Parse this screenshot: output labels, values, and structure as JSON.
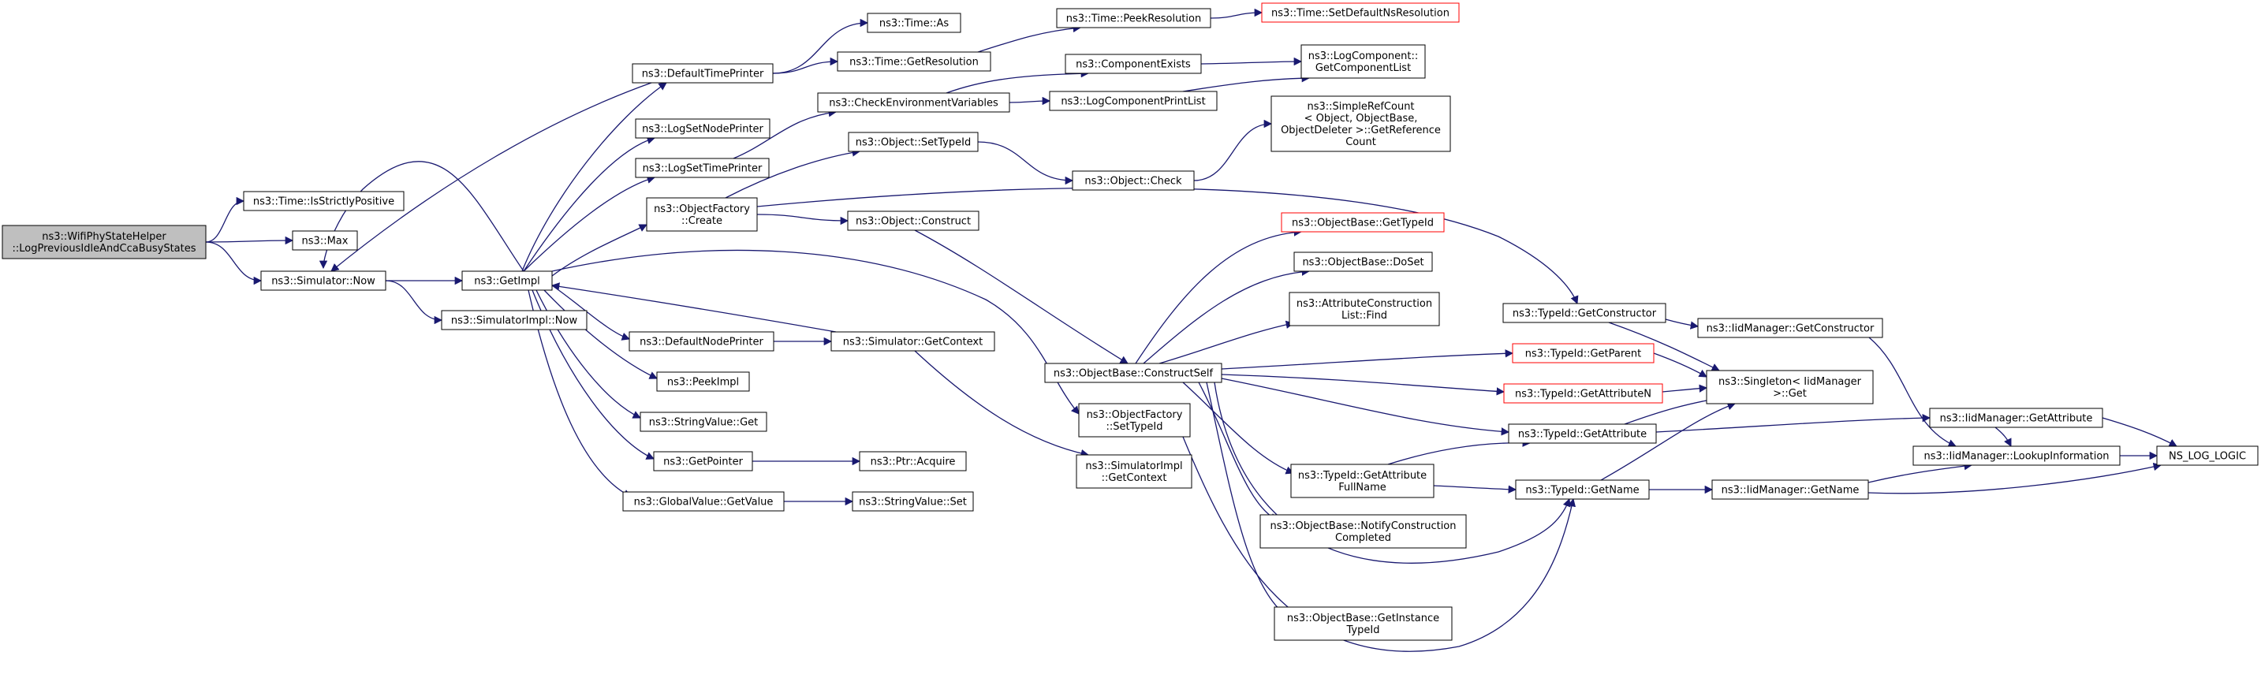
{
  "nodes": [
    {
      "id": "root",
      "lines": [
        "ns3::WifiPhyStateHelper",
        "::LogPreviousIdleAndCcaBusyStates"
      ],
      "style": "root"
    },
    {
      "id": "isStrictlyPositive",
      "lines": [
        "ns3::Time::IsStrictlyPositive"
      ]
    },
    {
      "id": "max",
      "lines": [
        "ns3::Max"
      ]
    },
    {
      "id": "simNow",
      "lines": [
        "ns3::Simulator::Now"
      ]
    },
    {
      "id": "getImpl",
      "lines": [
        "ns3::GetImpl"
      ]
    },
    {
      "id": "simImplNow",
      "lines": [
        "ns3::SimulatorImpl::Now"
      ]
    },
    {
      "id": "defaultTimePrinter",
      "lines": [
        "ns3::DefaultTimePrinter"
      ]
    },
    {
      "id": "logSetNodePrinter",
      "lines": [
        "ns3::LogSetNodePrinter"
      ]
    },
    {
      "id": "logSetTimePrinter",
      "lines": [
        "ns3::LogSetTimePrinter"
      ]
    },
    {
      "id": "objFactoryCreate",
      "lines": [
        "ns3::ObjectFactory",
        "::Create"
      ]
    },
    {
      "id": "defaultNodePrinter",
      "lines": [
        "ns3::DefaultNodePrinter"
      ]
    },
    {
      "id": "peekImpl",
      "lines": [
        "ns3::PeekImpl"
      ]
    },
    {
      "id": "stringValueGet",
      "lines": [
        "ns3::StringValue::Get"
      ]
    },
    {
      "id": "getPointer",
      "lines": [
        "ns3::GetPointer"
      ]
    },
    {
      "id": "globalValueGetValue",
      "lines": [
        "ns3::GlobalValue::GetValue"
      ]
    },
    {
      "id": "timeAs",
      "lines": [
        "ns3::Time::As"
      ]
    },
    {
      "id": "timeGetResolution",
      "lines": [
        "ns3::Time::GetResolution"
      ]
    },
    {
      "id": "checkEnvVars",
      "lines": [
        "ns3::CheckEnvironmentVariables"
      ]
    },
    {
      "id": "objSetTypeId",
      "lines": [
        "ns3::Object::SetTypeId"
      ]
    },
    {
      "id": "objConstruct",
      "lines": [
        "ns3::Object::Construct"
      ]
    },
    {
      "id": "simGetContext",
      "lines": [
        "ns3::Simulator::GetContext"
      ]
    },
    {
      "id": "ptrAcquire",
      "lines": [
        "ns3::Ptr::Acquire"
      ]
    },
    {
      "id": "stringValueSet",
      "lines": [
        "ns3::StringValue::Set"
      ]
    },
    {
      "id": "peekResolution",
      "lines": [
        "ns3::Time::PeekResolution"
      ]
    },
    {
      "id": "componentExists",
      "lines": [
        "ns3::ComponentExists"
      ]
    },
    {
      "id": "logCompPrintList",
      "lines": [
        "ns3::LogComponentPrintList"
      ]
    },
    {
      "id": "objectCheck",
      "lines": [
        "ns3::Object::Check"
      ]
    },
    {
      "id": "objBaseConstructSelf",
      "lines": [
        "ns3::ObjectBase::ConstructSelf"
      ]
    },
    {
      "id": "objFactorySetTypeId",
      "lines": [
        "ns3::ObjectFactory",
        "::SetTypeId"
      ]
    },
    {
      "id": "simImplGetContext",
      "lines": [
        "ns3::SimulatorImpl",
        "::GetContext"
      ]
    },
    {
      "id": "setDefaultNsRes",
      "lines": [
        "ns3::Time::SetDefaultNsResolution"
      ],
      "style": "red"
    },
    {
      "id": "getComponentList",
      "lines": [
        "ns3::LogComponent::",
        "GetComponentList"
      ]
    },
    {
      "id": "simpleRefCount",
      "lines": [
        "ns3::SimpleRefCount",
        "< Object, ObjectBase,",
        " ObjectDeleter >::GetReference",
        "Count"
      ]
    },
    {
      "id": "objBaseGetTypeId",
      "lines": [
        "ns3::ObjectBase::GetTypeId"
      ],
      "style": "red"
    },
    {
      "id": "objBaseDoSet",
      "lines": [
        "ns3::ObjectBase::DoSet"
      ]
    },
    {
      "id": "attrConstrListFind",
      "lines": [
        "ns3::AttributeConstruction",
        "List::Find"
      ]
    },
    {
      "id": "typeIdGetAttrFullName",
      "lines": [
        "ns3::TypeId::GetAttribute",
        "FullName"
      ]
    },
    {
      "id": "objBaseNotifyConstr",
      "lines": [
        "ns3::ObjectBase::NotifyConstruction",
        "Completed"
      ]
    },
    {
      "id": "objBaseGetInstanceTypeId",
      "lines": [
        "ns3::ObjectBase::GetInstance",
        "TypeId"
      ]
    },
    {
      "id": "typeIdGetConstructor",
      "lines": [
        "ns3::TypeId::GetConstructor"
      ]
    },
    {
      "id": "typeIdGetParent",
      "lines": [
        "ns3::TypeId::GetParent"
      ],
      "style": "red"
    },
    {
      "id": "typeIdGetAttributeN",
      "lines": [
        "ns3::TypeId::GetAttributeN"
      ],
      "style": "red"
    },
    {
      "id": "typeIdGetAttribute",
      "lines": [
        "ns3::TypeId::GetAttribute"
      ]
    },
    {
      "id": "typeIdGetName",
      "lines": [
        "ns3::TypeId::GetName"
      ]
    },
    {
      "id": "iidMgrGetConstructor",
      "lines": [
        "ns3::IidManager::GetConstructor"
      ]
    },
    {
      "id": "singletonGet",
      "lines": [
        "ns3::Singleton< IidManager",
        " >::Get"
      ]
    },
    {
      "id": "iidMgrGetName",
      "lines": [
        "ns3::IidManager::GetName"
      ]
    },
    {
      "id": "iidMgrGetAttribute",
      "lines": [
        "ns3::IidManager::GetAttribute"
      ]
    },
    {
      "id": "iidMgrLookupInfo",
      "lines": [
        "ns3::IidManager::LookupInformation"
      ]
    },
    {
      "id": "nsLogLogic",
      "lines": [
        "NS_LOG_LOGIC"
      ]
    }
  ],
  "edges": [
    [
      "root",
      "isStrictlyPositive"
    ],
    [
      "root",
      "max"
    ],
    [
      "root",
      "simNow"
    ],
    [
      "simNow",
      "getImpl"
    ],
    [
      "simNow",
      "simImplNow"
    ],
    [
      "getImpl",
      "simNow"
    ],
    [
      "getImpl",
      "defaultTimePrinter"
    ],
    [
      "getImpl",
      "logSetNodePrinter"
    ],
    [
      "getImpl",
      "logSetTimePrinter"
    ],
    [
      "getImpl",
      "objFactoryCreate"
    ],
    [
      "getImpl",
      "defaultNodePrinter"
    ],
    [
      "getImpl",
      "peekImpl"
    ],
    [
      "getImpl",
      "stringValueGet"
    ],
    [
      "getImpl",
      "getPointer"
    ],
    [
      "getImpl",
      "globalValueGetValue"
    ],
    [
      "getImpl",
      "objFactorySetTypeId"
    ],
    [
      "defaultTimePrinter",
      "simNow"
    ],
    [
      "defaultTimePrinter",
      "timeAs"
    ],
    [
      "defaultTimePrinter",
      "timeGetResolution"
    ],
    [
      "logSetTimePrinter",
      "checkEnvVars"
    ],
    [
      "objFactoryCreate",
      "objSetTypeId"
    ],
    [
      "objFactoryCreate",
      "objConstruct"
    ],
    [
      "objFactoryCreate",
      "typeIdGetConstructor"
    ],
    [
      "defaultNodePrinter",
      "simGetContext"
    ],
    [
      "simGetContext",
      "getImpl"
    ],
    [
      "simGetContext",
      "simImplGetContext"
    ],
    [
      "getPointer",
      "ptrAcquire"
    ],
    [
      "globalValueGetValue",
      "stringValueSet"
    ],
    [
      "timeGetResolution",
      "peekResolution"
    ],
    [
      "peekResolution",
      "setDefaultNsRes"
    ],
    [
      "checkEnvVars",
      "componentExists"
    ],
    [
      "checkEnvVars",
      "logCompPrintList"
    ],
    [
      "componentExists",
      "getComponentList"
    ],
    [
      "logCompPrintList",
      "getComponentList"
    ],
    [
      "objSetTypeId",
      "objectCheck"
    ],
    [
      "objectCheck",
      "simpleRefCount"
    ],
    [
      "objConstruct",
      "objBaseConstructSelf"
    ],
    [
      "objBaseConstructSelf",
      "objBaseGetTypeId"
    ],
    [
      "objBaseConstructSelf",
      "objBaseDoSet"
    ],
    [
      "objBaseConstructSelf",
      "attrConstrListFind"
    ],
    [
      "objBaseConstructSelf",
      "typeIdGetAttrFullName"
    ],
    [
      "objBaseConstructSelf",
      "objBaseNotifyConstr"
    ],
    [
      "objBaseConstructSelf",
      "objBaseGetInstanceTypeId"
    ],
    [
      "objBaseConstructSelf",
      "typeIdGetParent"
    ],
    [
      "objBaseConstructSelf",
      "typeIdGetAttributeN"
    ],
    [
      "objBaseConstructSelf",
      "typeIdGetAttribute"
    ],
    [
      "objBaseConstructSelf",
      "typeIdGetName"
    ],
    [
      "objFactorySetTypeId",
      "typeIdGetName"
    ],
    [
      "typeIdGetAttrFullName",
      "typeIdGetAttribute"
    ],
    [
      "typeIdGetAttrFullName",
      "typeIdGetName"
    ],
    [
      "typeIdGetConstructor",
      "iidMgrGetConstructor"
    ],
    [
      "typeIdGetConstructor",
      "singletonGet"
    ],
    [
      "typeIdGetParent",
      "singletonGet"
    ],
    [
      "typeIdGetAttributeN",
      "singletonGet"
    ],
    [
      "typeIdGetAttribute",
      "singletonGet"
    ],
    [
      "typeIdGetAttribute",
      "iidMgrGetAttribute"
    ],
    [
      "typeIdGetName",
      "singletonGet"
    ],
    [
      "typeIdGetName",
      "iidMgrGetName"
    ],
    [
      "iidMgrGetConstructor",
      "iidMgrLookupInfo"
    ],
    [
      "iidMgrGetName",
      "iidMgrLookupInfo"
    ],
    [
      "iidMgrGetName",
      "nsLogLogic"
    ],
    [
      "iidMgrGetAttribute",
      "iidMgrLookupInfo"
    ],
    [
      "iidMgrGetAttribute",
      "nsLogLogic"
    ],
    [
      "iidMgrLookupInfo",
      "nsLogLogic"
    ]
  ],
  "colors": {
    "edge": "#191970",
    "red_border": "#ff0000",
    "root_fill": "#bfbfbf"
  }
}
